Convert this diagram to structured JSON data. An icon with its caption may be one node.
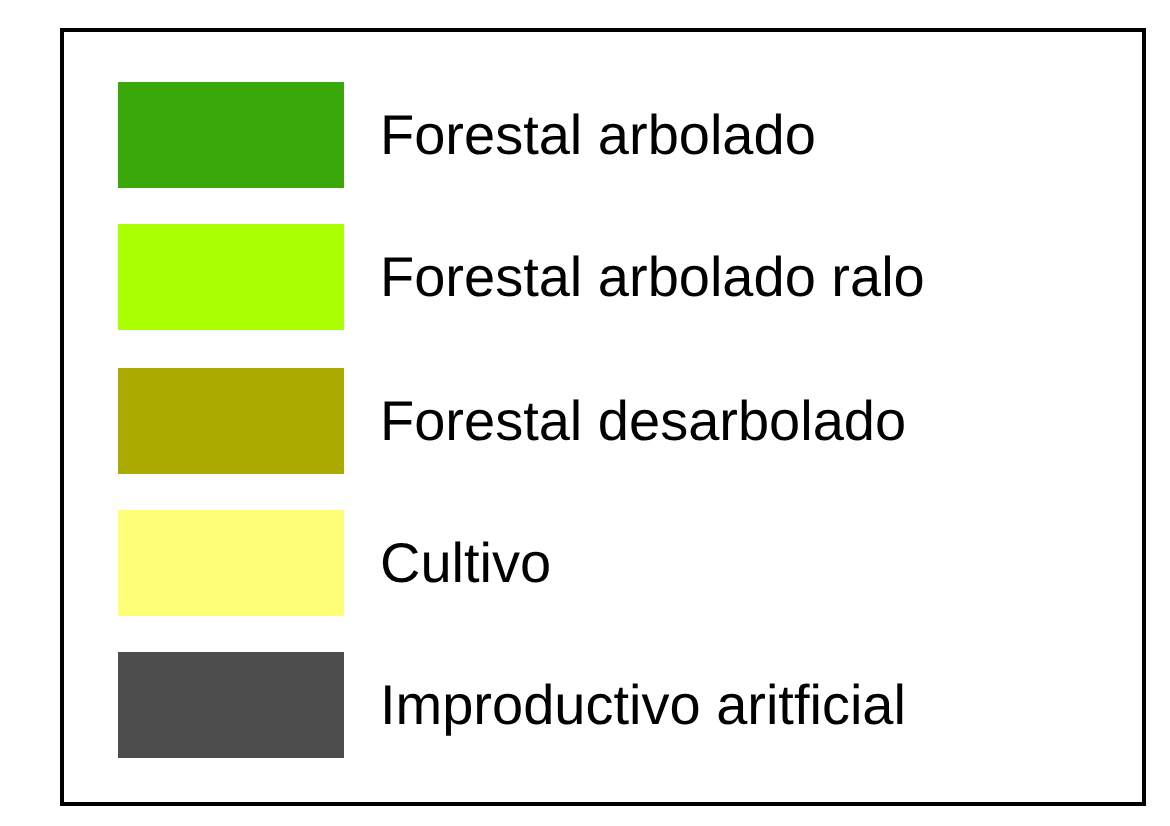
{
  "diagram": {
    "legend": [
      {
        "text": "Forestal arbolado",
        "color": "#3aa80a"
      },
      {
        "text": "Forestal arbolado ralo",
        "color": "#aaff00"
      },
      {
        "text": "Forestal desarbolado",
        "color": "#aaaa00"
      },
      {
        "text": "Cultivo",
        "color": "#ffff77"
      },
      {
        "text": "Improductivo aritficial",
        "color": "#4d4d4d"
      }
    ]
  }
}
